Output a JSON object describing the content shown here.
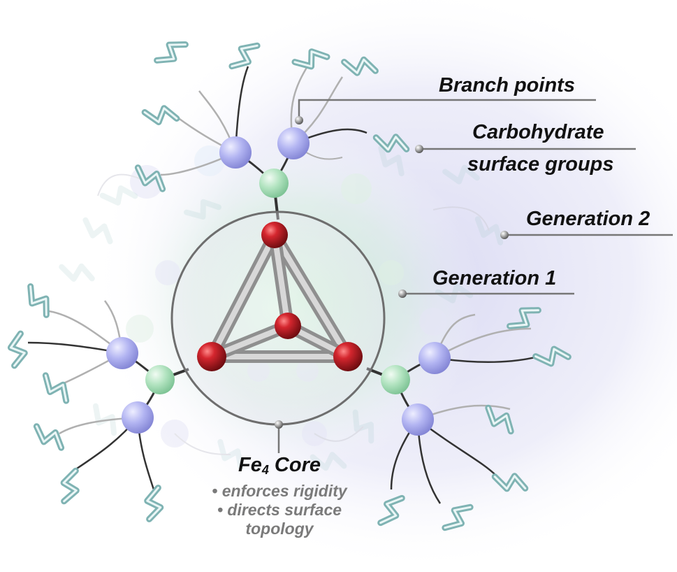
{
  "labels": {
    "branch_points": "Branch points",
    "carbohydrate_line1": "Carbohydrate",
    "carbohydrate_line2": "surface groups",
    "generation_2": "Generation 2",
    "generation_1": "Generation 1",
    "core_element": "Fe",
    "core_subscript": "4",
    "core_word": "Core",
    "core_bullet_1": "• enforces rigidity",
    "core_bullet_2": "• directs surface",
    "core_bullet_3": "topology"
  },
  "colors": {
    "text": "#111111",
    "bullet_text": "#7a7a7a",
    "fe_atom": "#b51d24",
    "branch_sphere": "#a9abee",
    "linker_sphere": "#a8dcb8",
    "carbohydrate": "#7fb6b6",
    "halo_lavender": "#dcdcf4",
    "halo_green": "#cfeed8",
    "rod": "#bcbcbc",
    "leader_line": "#777777"
  }
}
